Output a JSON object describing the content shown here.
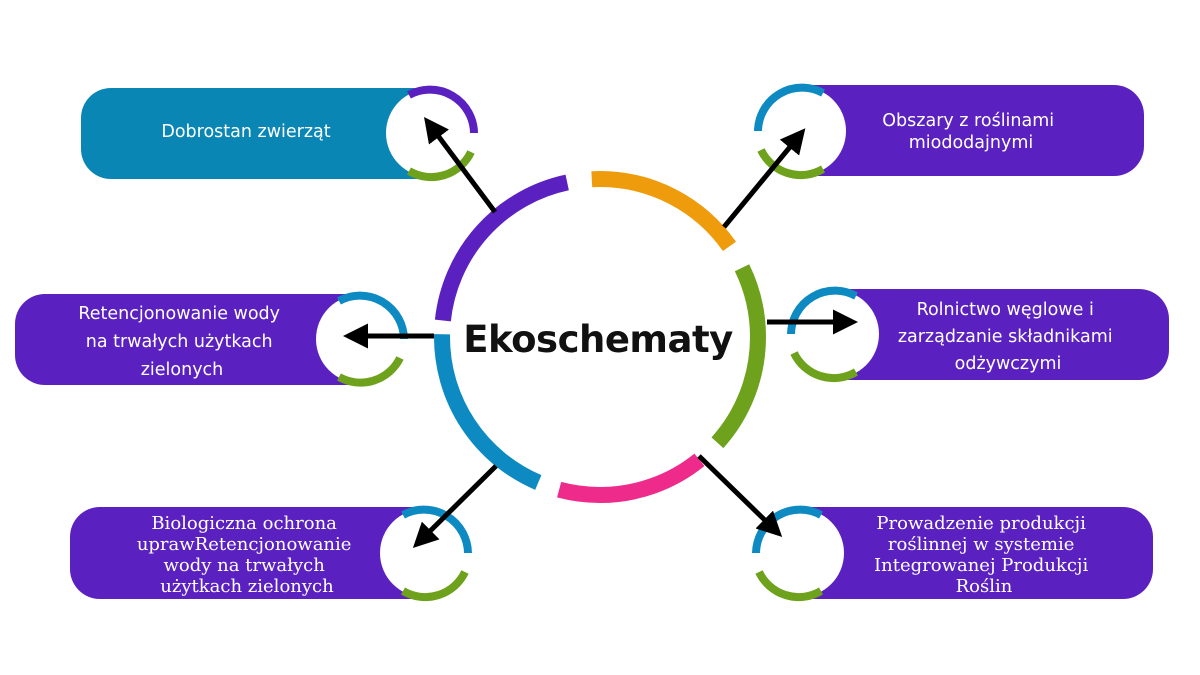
{
  "center": {
    "title": "Ekoschematy"
  },
  "colors": {
    "purple": "#5a21c0",
    "teal": "#0a86b4",
    "orange": "#ee9c0c",
    "green": "#6ea21c",
    "pink": "#ee2b8a",
    "ring_blue": "#0e8ac2",
    "arrow": "#000000",
    "text": "#ffffff"
  },
  "boxes": {
    "top_left": {
      "lines": [
        "Dobrostan zwierząt"
      ],
      "color": "#0a86b4"
    },
    "mid_left": {
      "lines": [
        "Retencjonowanie wody",
        "na trwałych użytkach",
        "zielonych"
      ],
      "color": "#5a21c0"
    },
    "bottom_left": {
      "lines": [
        "Biologiczna ochrona",
        "uprawRetencjonowanie",
        "wody na trwałych",
        "użytkach zielonych"
      ],
      "color": "#5a21c0"
    },
    "top_right": {
      "lines": [
        "Obszary z roślinami",
        "miododajnymi"
      ],
      "color": "#5a21c0"
    },
    "mid_right": {
      "lines": [
        "Rolnictwo węglowe i",
        "zarządzanie składnikami",
        "odżywczymi"
      ],
      "color": "#5a21c0"
    },
    "bottom_right": {
      "lines": [
        "Prowadzenie produkcji",
        "roślinnej w systemie",
        "Integrowanej Produkcji",
        "Roślin"
      ],
      "color": "#5a21c0"
    }
  }
}
